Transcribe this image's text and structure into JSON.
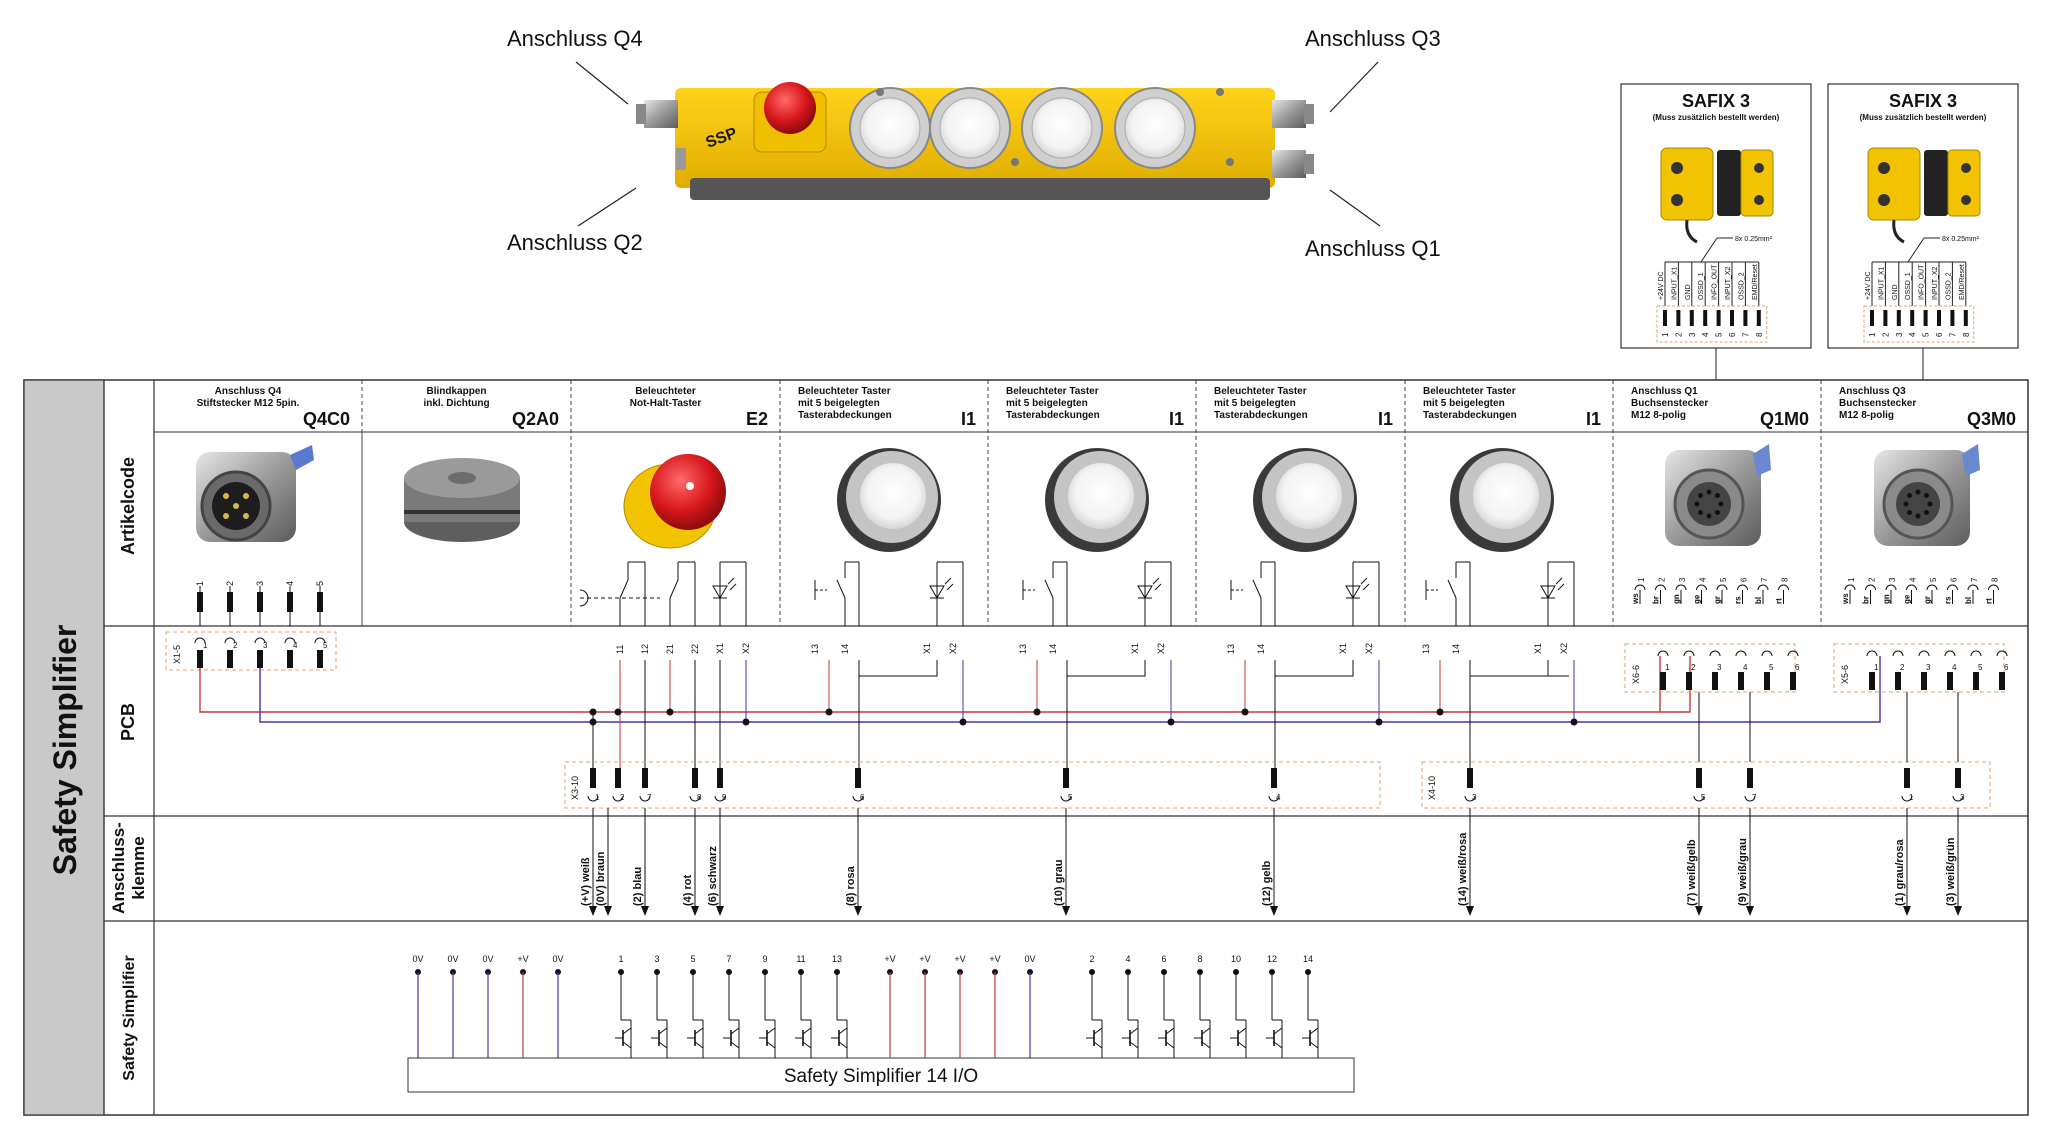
{
  "top_labels": {
    "q4": "Anschluss Q4",
    "q3": "Anschluss Q3",
    "q2": "Anschluss Q2",
    "q1": "Anschluss Q1"
  },
  "safix": [
    {
      "title": "SAFIX 3",
      "subtitle": "(Muss zusätzlich bestellt werden)",
      "cable": "8x 0.25mm²",
      "pins": [
        "+24V DC",
        "INPUT_X1",
        "GND",
        "OSSD_1",
        "INFO_OUT",
        "INPUT_X2",
        "OSSD_2",
        "EMD/Reset"
      ],
      "nums": [
        "1",
        "2",
        "3",
        "4",
        "5",
        "6",
        "7",
        "8"
      ]
    },
    {
      "title": "SAFIX 3",
      "subtitle": "(Muss zusätzlich bestellt werden)",
      "cable": "8x 0.25mm²",
      "pins": [
        "+24V DC",
        "INPUT_X1",
        "GND",
        "OSSD_1",
        "INFO_OUT",
        "INPUT_X2",
        "OSSD_2",
        "EMD/Reset"
      ],
      "nums": [
        "1",
        "2",
        "3",
        "4",
        "5",
        "6",
        "7",
        "8"
      ]
    }
  ],
  "main_title": "Safety Simplifier",
  "row_labels": {
    "artikelcode": "Artikelcode",
    "pcb": "PCB",
    "klemme_1": "Anschluss-",
    "klemme_2": "klemme",
    "ss": "Safety Simplifier"
  },
  "columns": [
    {
      "desc": [
        "Anschluss Q4",
        "Stiftstecker M12 5pin."
      ],
      "code": "Q4C0"
    },
    {
      "desc": [
        "Blindkappen",
        "inkl. Dichtung"
      ],
      "code": "Q2A0"
    },
    {
      "desc": [
        "Beleuchteter",
        "Not-Halt-Taster"
      ],
      "code": "E2"
    },
    {
      "desc": [
        "Beleuchteter Taster",
        "mit 5 beigelegten",
        "Tasterabdeckungen"
      ],
      "code": "I1"
    },
    {
      "desc": [
        "Beleuchteter Taster",
        "mit 5 beigelegten",
        "Tasterabdeckungen"
      ],
      "code": "I1"
    },
    {
      "desc": [
        "Beleuchteter Taster",
        "mit 5 beigelegten",
        "Tasterabdeckungen"
      ],
      "code": "I1"
    },
    {
      "desc": [
        "Beleuchteter Taster",
        "mit 5 beigelegten",
        "Tasterabdeckungen"
      ],
      "code": "I1"
    },
    {
      "desc": [
        "Anschluss Q1",
        "Buchsenstecker",
        "M12 8-polig"
      ],
      "code": "Q1M0"
    },
    {
      "desc": [
        "Anschluss Q3",
        "Buchsenstecker",
        "M12 8-polig"
      ],
      "code": "Q3M0"
    }
  ],
  "q4_pins": [
    "1",
    "2",
    "3",
    "4",
    "5"
  ],
  "q4_pcb_pins": [
    "1",
    "2",
    "3",
    "4",
    "5"
  ],
  "x1_label": "X1-5",
  "estop_terms": [
    "11",
    "12",
    "21",
    "22",
    "X1",
    "X2"
  ],
  "btn_terms": [
    "13",
    "14",
    "X1",
    "X2"
  ],
  "m12_wire_colors": [
    "ws",
    "br",
    "gn",
    "ge",
    "gr",
    "rs",
    "bl",
    "rt"
  ],
  "m12_pin_nums": [
    "1",
    "2",
    "3",
    "4",
    "5",
    "6",
    "7",
    "8"
  ],
  "x6_label": "X6-6",
  "x5_label": "X5-6",
  "x6_pins": [
    "1",
    "2",
    "3",
    "4",
    "5",
    "6"
  ],
  "x3_label": "X3-10",
  "x3_pins": [
    "1",
    "2",
    "7",
    "8",
    "9",
    "6",
    "5",
    "4"
  ],
  "x4_label": "X4-10",
  "x4_pins": [
    "3",
    "5",
    "7",
    "1",
    "3"
  ],
  "klemme_labels": [
    "(+V) weiß",
    "(0V) braun",
    "(2) blau",
    "(4) rot",
    "(6) schwarz",
    "(8) rosa",
    "(10) grau",
    "(12) gelb",
    "(14) weiß/rosa",
    "(7) weiß/gelb",
    "(9) weiß/grau",
    "(1) grau/rosa",
    "(3) weiß/grün"
  ],
  "ss_power_left": [
    "0V",
    "0V",
    "0V",
    "+V",
    "0V"
  ],
  "ss_inputs_odd": [
    "1",
    "3",
    "5",
    "7",
    "9",
    "11",
    "13"
  ],
  "ss_power_mid": [
    "+V",
    "+V",
    "+V",
    "+V",
    "0V"
  ],
  "ss_inputs_even": [
    "2",
    "4",
    "6",
    "8",
    "10",
    "12",
    "14"
  ],
  "ss_box_label": "Safety Simplifier 14 I/O",
  "colors": {
    "sidebar": "#c9c9c9",
    "red_wire": "#c0393b",
    "blue_wire": "#3a3aa8",
    "dashed_box": "#e2a36c",
    "yellow": "#f2c300",
    "estop_red": "#d8181c"
  }
}
